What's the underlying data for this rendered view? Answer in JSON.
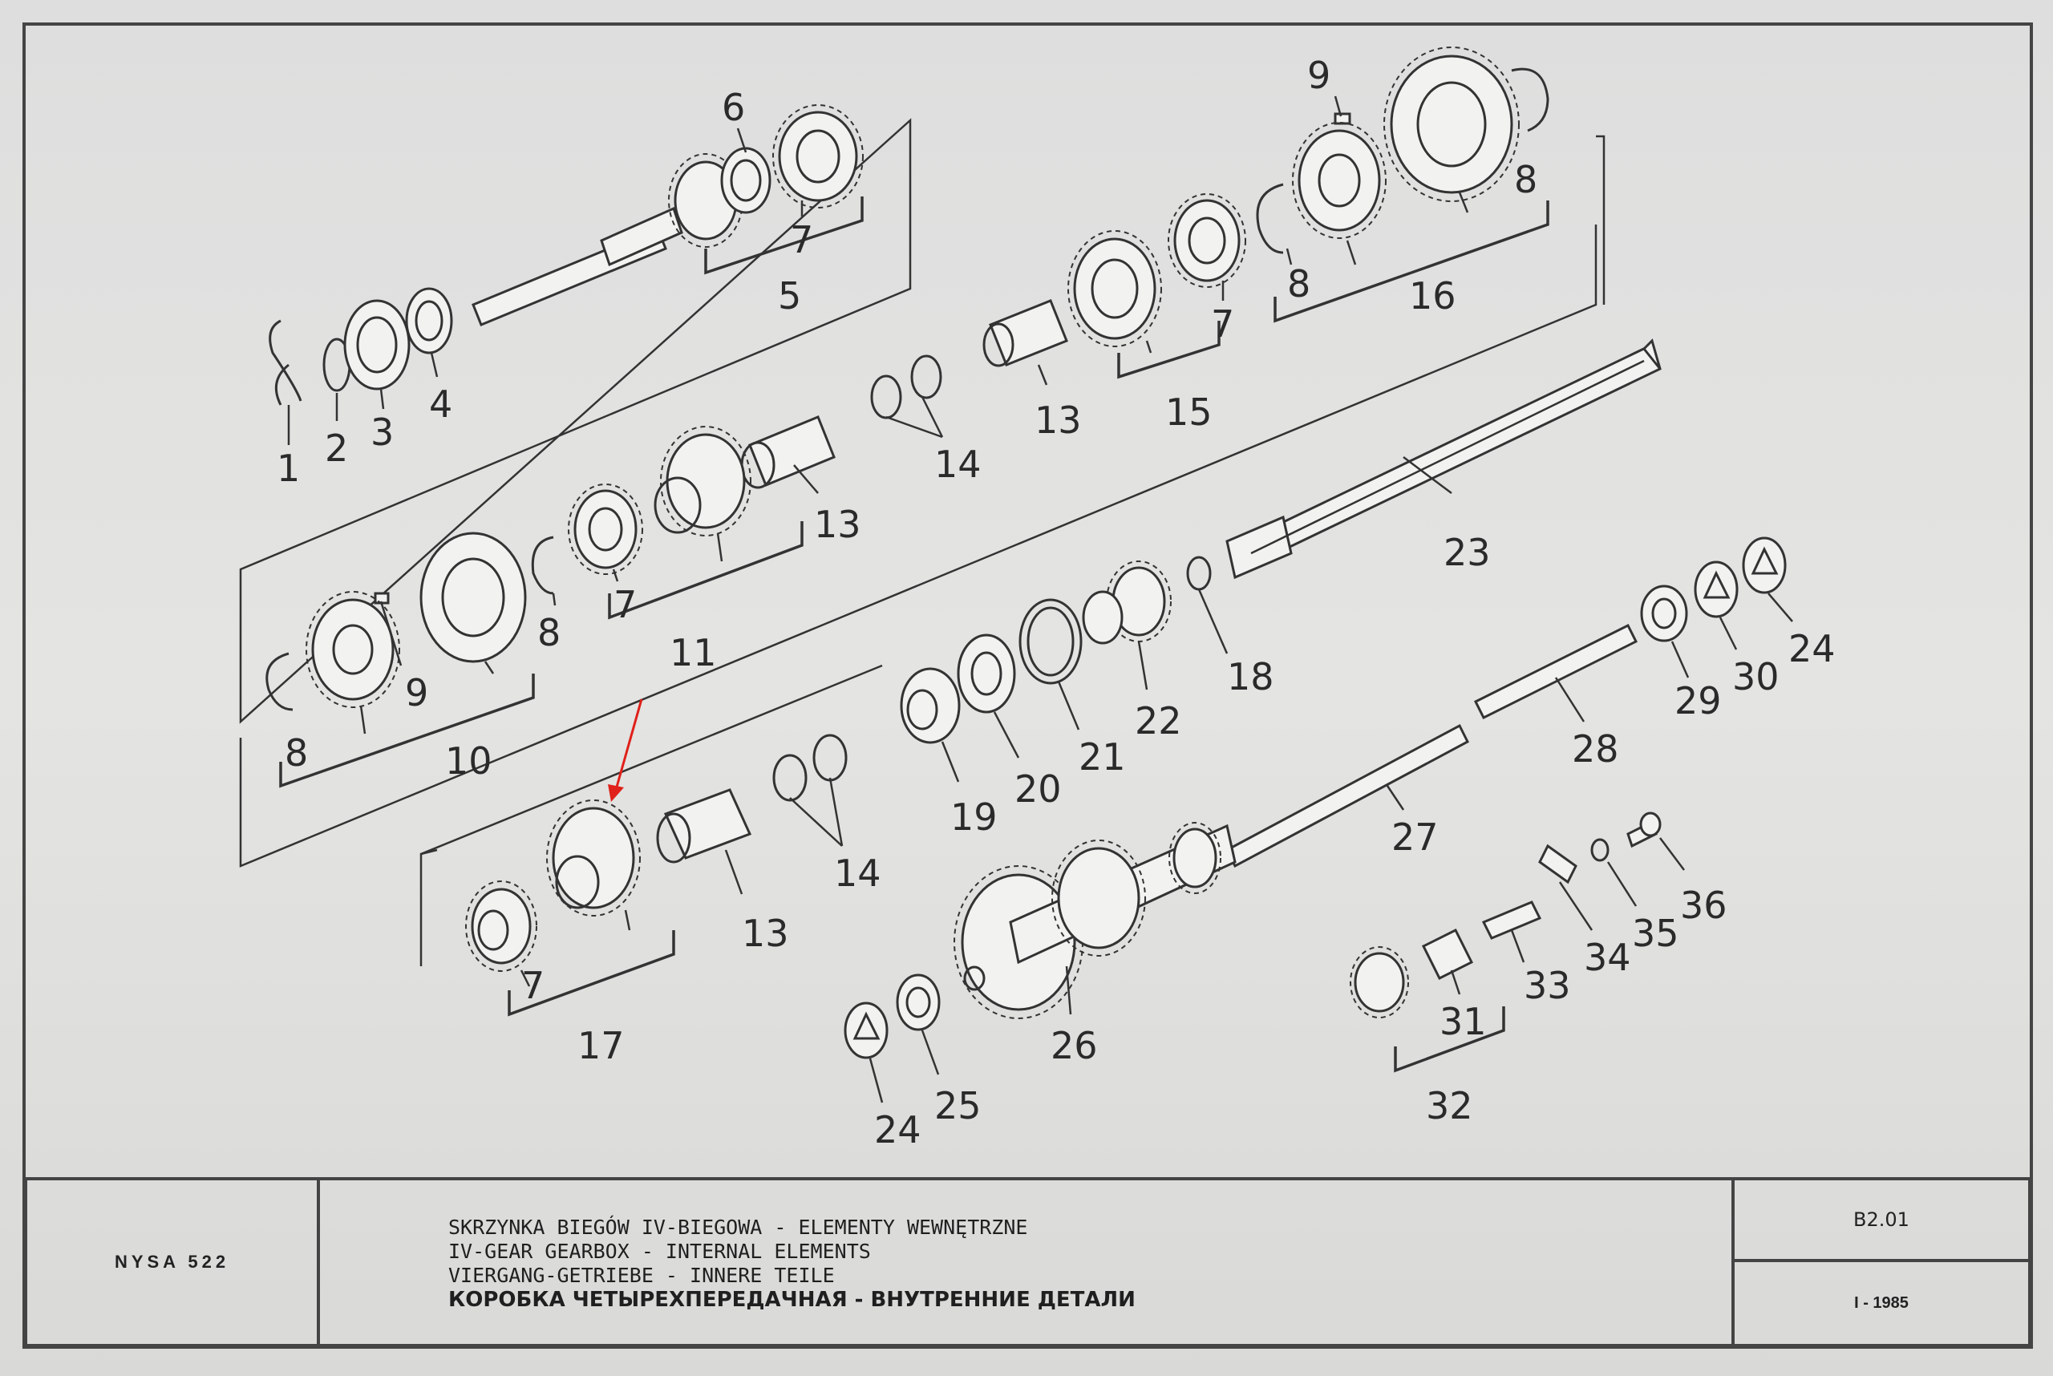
{
  "sheet": {
    "model": "NYSA 522",
    "titles": {
      "pl": "SKRZYNKA BIEGÓW IV-BIEGOWA - ELEMENTY WEWNĘTRZNE",
      "en": "IV-GEAR GEARBOX - INTERNAL ELEMENTS",
      "de": "VIERGANG-GETRIEBE - INNERE TEILE",
      "ru": "КОРОБКА ЧЕТЫРЕХПЕРЕДАЧНАЯ - ВНУТРЕННИЕ ДЕТАЛИ"
    },
    "drawing_number": "B2.01",
    "issue": "I - 1985"
  },
  "labels": {
    "n1": "1",
    "n2": "2",
    "n3": "3",
    "n4": "4",
    "n5": "5",
    "n6": "6",
    "n7a": "7",
    "n7b": "7",
    "n7c": "7",
    "n7d": "7",
    "n8a": "8",
    "n8b": "8",
    "n8c": "8",
    "n8d": "8",
    "n9a": "9",
    "n9b": "9",
    "n10": "10",
    "n11": "11",
    "n13a": "13",
    "n13b": "13",
    "n13c": "13",
    "n14a": "14",
    "n14b": "14",
    "n15": "15",
    "n16": "16",
    "n17": "17",
    "n18": "18",
    "n19": "19",
    "n20": "20",
    "n21": "21",
    "n22": "22",
    "n23": "23",
    "n24a": "24",
    "n24b": "24",
    "n25": "25",
    "n26": "26",
    "n27": "27",
    "n28": "28",
    "n29": "29",
    "n30": "30",
    "n31": "31",
    "n32": "32",
    "n33": "33",
    "n34": "34",
    "n35": "35",
    "n36": "36"
  },
  "colors": {
    "ink": "#333333",
    "paper": "#e2e2e0",
    "arrow": "#e0201a"
  }
}
